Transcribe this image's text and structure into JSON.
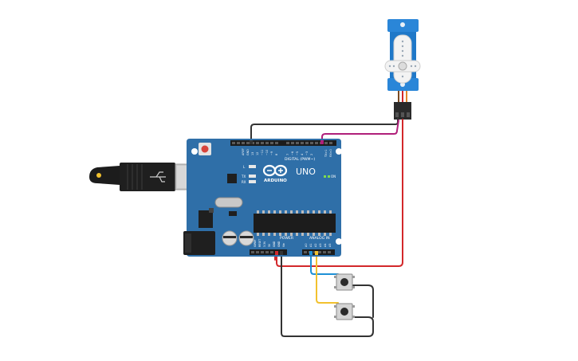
{
  "board": {
    "logo": "ARDUINO",
    "model": "UNO",
    "digital_header_label": "DIGITAL (PWM~)",
    "power_header_label": "POWER",
    "analog_header_label": "ANALOG IN",
    "led_labels": [
      "L",
      "TX",
      "RX"
    ],
    "digital_pins": [
      "AREF",
      "GND",
      "13",
      "12",
      "~11",
      "~10",
      "~9",
      "8",
      "7",
      "~6",
      "~5",
      "4",
      "~3",
      "2",
      "TX>1",
      "RX<0"
    ],
    "power_pins": [
      "IOREF",
      "RESET",
      "3.3V",
      "5V",
      "GND",
      "GND",
      "Vin"
    ],
    "analog_pins": [
      "A0",
      "A1",
      "A2",
      "A3",
      "A4",
      "A5"
    ],
    "on_label": "ON"
  },
  "colors": {
    "board": "#2f6fa8",
    "board_dark": "#245a8a",
    "servo": "#1f78c8",
    "wire_black": "#333333",
    "wire_red": "#d3282b",
    "wire_magenta": "#b01f7a",
    "wire_blue": "#1e90d6",
    "wire_yellow": "#f2c12e",
    "wire_orange": "#e2872b",
    "wire_brown": "#7a4a22"
  }
}
